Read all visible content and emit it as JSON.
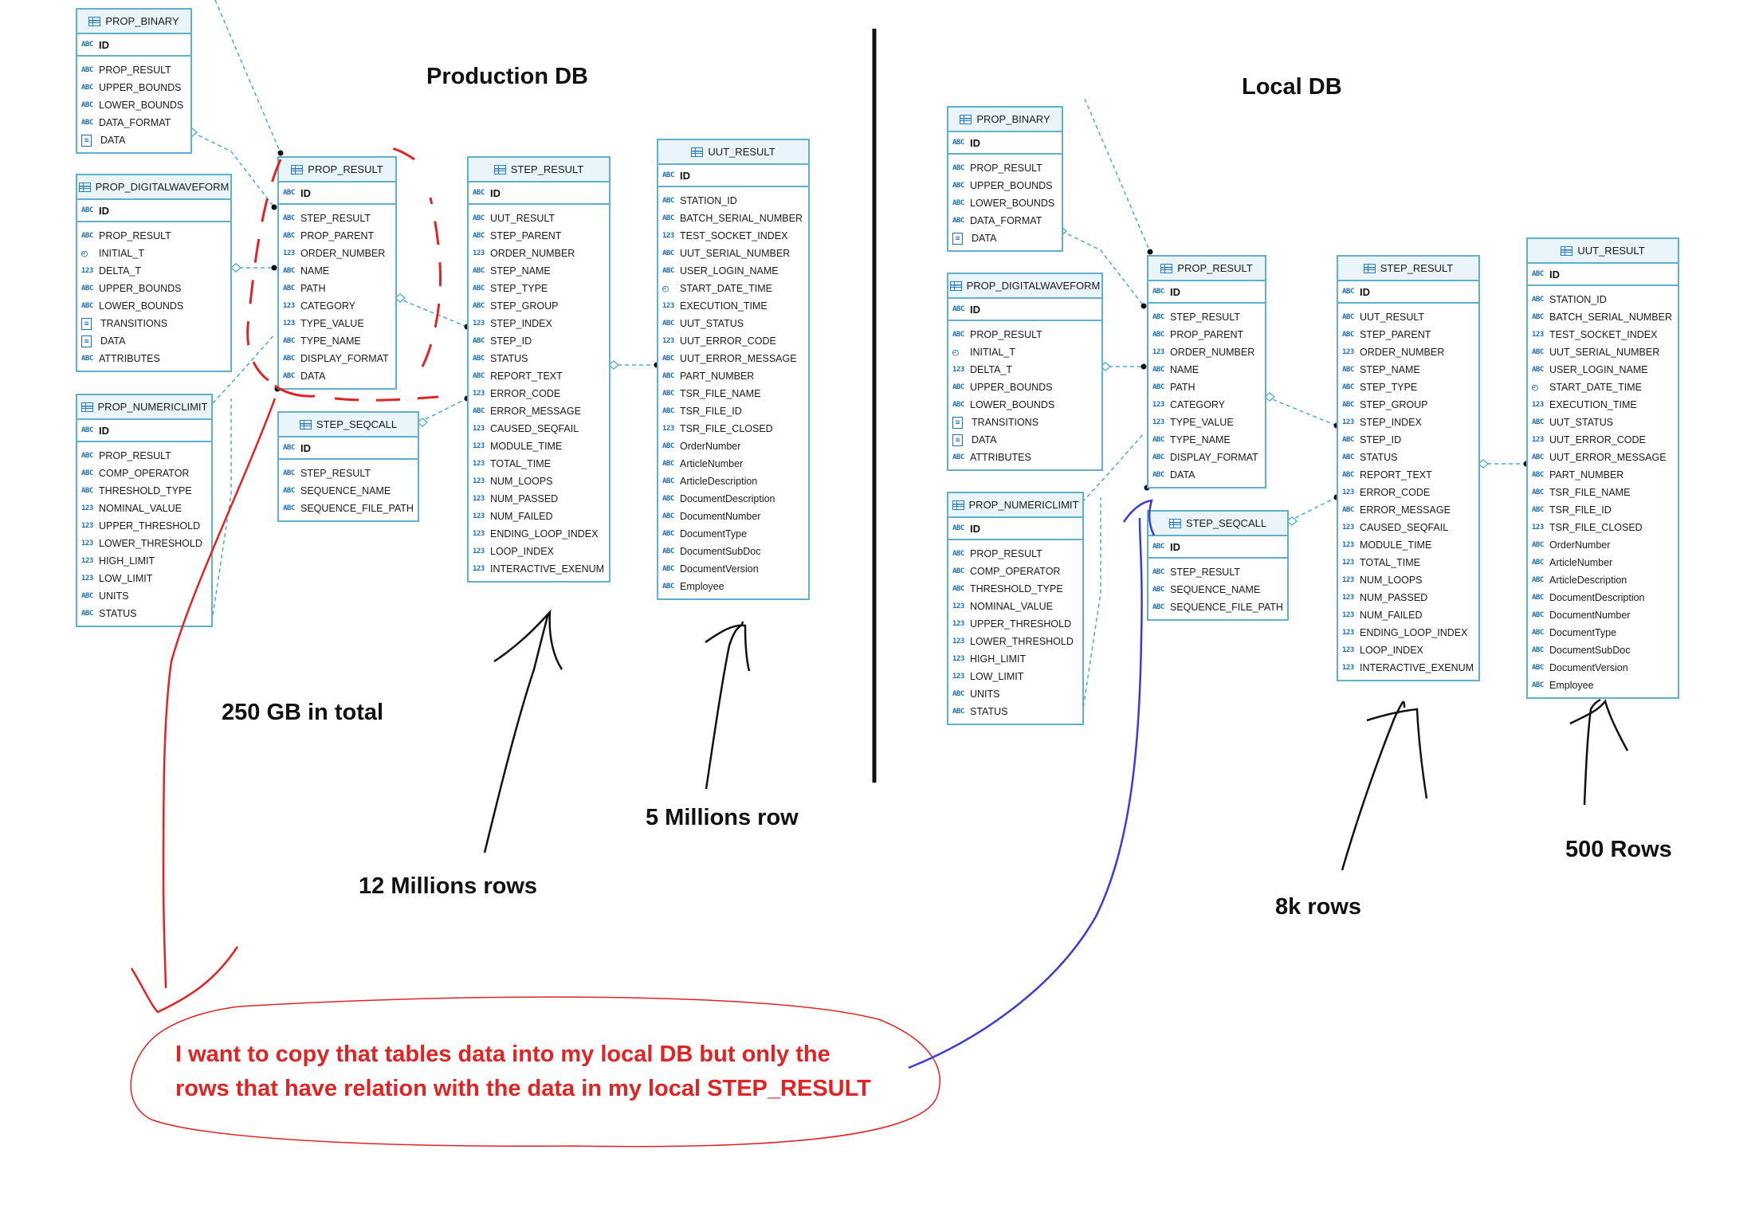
{
  "labels": {
    "production": "Production DB",
    "local": "Local DB",
    "total": "250 GB in total",
    "prod_step_rows": "12 Millions rows",
    "prod_uut_rows": "5 Millions row",
    "local_step_rows": "8k rows",
    "local_uut_rows": "500 Rows",
    "note_line1": "I want to copy that tables data into my local DB but only the",
    "note_line2": "rows that have relation with the data in my local STEP_RESULT"
  },
  "colors": {
    "link": "#4fa8cc",
    "table_border": "#5fb0cf",
    "type_icon": "#1f6fb2",
    "annotation_red": "#e02424",
    "annotation_blue": "#3b3bd6"
  },
  "diagrams": [
    {
      "db": "production",
      "tables": [
        {
          "name": "PROP_BINARY",
          "pk": "ID",
          "cols": [
            [
              "abc",
              "PROP_RESULT"
            ],
            [
              "abc",
              "UPPER_BOUNDS"
            ],
            [
              "abc",
              "LOWER_BOUNDS"
            ],
            [
              "abc",
              "DATA_FORMAT"
            ],
            [
              "bin",
              "DATA"
            ]
          ]
        },
        {
          "name": "PROP_DIGITALWAVEFORM",
          "pk": "ID",
          "cols": [
            [
              "abc",
              "PROP_RESULT"
            ],
            [
              "dt",
              "INITIAL_T"
            ],
            [
              "123",
              "DELTA_T"
            ],
            [
              "abc",
              "UPPER_BOUNDS"
            ],
            [
              "abc",
              "LOWER_BOUNDS"
            ],
            [
              "bin",
              "TRANSITIONS"
            ],
            [
              "bin",
              "DATA"
            ],
            [
              "abc",
              "ATTRIBUTES"
            ]
          ]
        },
        {
          "name": "PROP_NUMERICLIMIT",
          "pk": "ID",
          "cols": [
            [
              "abc",
              "PROP_RESULT"
            ],
            [
              "abc",
              "COMP_OPERATOR"
            ],
            [
              "abc",
              "THRESHOLD_TYPE"
            ],
            [
              "123",
              "NOMINAL_VALUE"
            ],
            [
              "123",
              "UPPER_THRESHOLD"
            ],
            [
              "123",
              "LOWER_THRESHOLD"
            ],
            [
              "123",
              "HIGH_LIMIT"
            ],
            [
              "123",
              "LOW_LIMIT"
            ],
            [
              "abc",
              "UNITS"
            ],
            [
              "abc",
              "STATUS"
            ]
          ]
        },
        {
          "name": "PROP_RESULT",
          "pk": "ID",
          "cols": [
            [
              "abc",
              "STEP_RESULT"
            ],
            [
              "abc",
              "PROP_PARENT"
            ],
            [
              "123",
              "ORDER_NUMBER"
            ],
            [
              "abc",
              "NAME"
            ],
            [
              "abc",
              "PATH"
            ],
            [
              "123",
              "CATEGORY"
            ],
            [
              "123",
              "TYPE_VALUE"
            ],
            [
              "abc",
              "TYPE_NAME"
            ],
            [
              "abc",
              "DISPLAY_FORMAT"
            ],
            [
              "abc",
              "DATA"
            ]
          ]
        },
        {
          "name": "STEP_SEQCALL",
          "pk": "ID",
          "cols": [
            [
              "abc",
              "STEP_RESULT"
            ],
            [
              "abc",
              "SEQUENCE_NAME"
            ],
            [
              "abc",
              "SEQUENCE_FILE_PATH"
            ]
          ]
        },
        {
          "name": "STEP_RESULT",
          "pk": "ID",
          "cols": [
            [
              "abc",
              "UUT_RESULT"
            ],
            [
              "abc",
              "STEP_PARENT"
            ],
            [
              "123",
              "ORDER_NUMBER"
            ],
            [
              "abc",
              "STEP_NAME"
            ],
            [
              "abc",
              "STEP_TYPE"
            ],
            [
              "abc",
              "STEP_GROUP"
            ],
            [
              "123",
              "STEP_INDEX"
            ],
            [
              "abc",
              "STEP_ID"
            ],
            [
              "abc",
              "STATUS"
            ],
            [
              "abc",
              "REPORT_TEXT"
            ],
            [
              "123",
              "ERROR_CODE"
            ],
            [
              "abc",
              "ERROR_MESSAGE"
            ],
            [
              "123",
              "CAUSED_SEQFAIL"
            ],
            [
              "123",
              "MODULE_TIME"
            ],
            [
              "123",
              "TOTAL_TIME"
            ],
            [
              "123",
              "NUM_LOOPS"
            ],
            [
              "123",
              "NUM_PASSED"
            ],
            [
              "123",
              "NUM_FAILED"
            ],
            [
              "123",
              "ENDING_LOOP_INDEX"
            ],
            [
              "123",
              "LOOP_INDEX"
            ],
            [
              "123",
              "INTERACTIVE_EXENUM"
            ]
          ]
        },
        {
          "name": "UUT_RESULT",
          "pk": "ID",
          "cols": [
            [
              "abc",
              "STATION_ID"
            ],
            [
              "abc",
              "BATCH_SERIAL_NUMBER"
            ],
            [
              "123",
              "TEST_SOCKET_INDEX"
            ],
            [
              "abc",
              "UUT_SERIAL_NUMBER"
            ],
            [
              "abc",
              "USER_LOGIN_NAME"
            ],
            [
              "dt",
              "START_DATE_TIME"
            ],
            [
              "123",
              "EXECUTION_TIME"
            ],
            [
              "abc",
              "UUT_STATUS"
            ],
            [
              "123",
              "UUT_ERROR_CODE"
            ],
            [
              "abc",
              "UUT_ERROR_MESSAGE"
            ],
            [
              "abc",
              "PART_NUMBER"
            ],
            [
              "abc",
              "TSR_FILE_NAME"
            ],
            [
              "abc",
              "TSR_FILE_ID"
            ],
            [
              "123",
              "TSR_FILE_CLOSED"
            ],
            [
              "abc",
              "OrderNumber"
            ],
            [
              "abc",
              "ArticleNumber"
            ],
            [
              "abc",
              "ArticleDescription"
            ],
            [
              "abc",
              "DocumentDescription"
            ],
            [
              "abc",
              "DocumentNumber"
            ],
            [
              "abc",
              "DocumentType"
            ],
            [
              "abc",
              "DocumentSubDoc"
            ],
            [
              "abc",
              "DocumentVersion"
            ],
            [
              "abc",
              "Employee"
            ]
          ]
        }
      ]
    },
    {
      "db": "local",
      "tables": [
        {
          "name": "PROP_BINARY",
          "pk": "ID",
          "cols": [
            [
              "abc",
              "PROP_RESULT"
            ],
            [
              "abc",
              "UPPER_BOUNDS"
            ],
            [
              "abc",
              "LOWER_BOUNDS"
            ],
            [
              "abc",
              "DATA_FORMAT"
            ],
            [
              "bin",
              "DATA"
            ]
          ]
        },
        {
          "name": "PROP_DIGITALWAVEFORM",
          "pk": "ID",
          "cols": [
            [
              "abc",
              "PROP_RESULT"
            ],
            [
              "dt",
              "INITIAL_T"
            ],
            [
              "123",
              "DELTA_T"
            ],
            [
              "abc",
              "UPPER_BOUNDS"
            ],
            [
              "abc",
              "LOWER_BOUNDS"
            ],
            [
              "bin",
              "TRANSITIONS"
            ],
            [
              "bin",
              "DATA"
            ],
            [
              "abc",
              "ATTRIBUTES"
            ]
          ]
        },
        {
          "name": "PROP_NUMERICLIMIT",
          "pk": "ID",
          "cols": [
            [
              "abc",
              "PROP_RESULT"
            ],
            [
              "abc",
              "COMP_OPERATOR"
            ],
            [
              "abc",
              "THRESHOLD_TYPE"
            ],
            [
              "123",
              "NOMINAL_VALUE"
            ],
            [
              "123",
              "UPPER_THRESHOLD"
            ],
            [
              "123",
              "LOWER_THRESHOLD"
            ],
            [
              "123",
              "HIGH_LIMIT"
            ],
            [
              "123",
              "LOW_LIMIT"
            ],
            [
              "abc",
              "UNITS"
            ],
            [
              "abc",
              "STATUS"
            ]
          ]
        },
        {
          "name": "PROP_RESULT",
          "pk": "ID",
          "cols": [
            [
              "abc",
              "STEP_RESULT"
            ],
            [
              "abc",
              "PROP_PARENT"
            ],
            [
              "123",
              "ORDER_NUMBER"
            ],
            [
              "abc",
              "NAME"
            ],
            [
              "abc",
              "PATH"
            ],
            [
              "123",
              "CATEGORY"
            ],
            [
              "123",
              "TYPE_VALUE"
            ],
            [
              "abc",
              "TYPE_NAME"
            ],
            [
              "abc",
              "DISPLAY_FORMAT"
            ],
            [
              "abc",
              "DATA"
            ]
          ]
        },
        {
          "name": "STEP_SEQCALL",
          "pk": "ID",
          "cols": [
            [
              "abc",
              "STEP_RESULT"
            ],
            [
              "abc",
              "SEQUENCE_NAME"
            ],
            [
              "abc",
              "SEQUENCE_FILE_PATH"
            ]
          ]
        },
        {
          "name": "STEP_RESULT",
          "pk": "ID",
          "cols": [
            [
              "abc",
              "UUT_RESULT"
            ],
            [
              "abc",
              "STEP_PARENT"
            ],
            [
              "123",
              "ORDER_NUMBER"
            ],
            [
              "abc",
              "STEP_NAME"
            ],
            [
              "abc",
              "STEP_TYPE"
            ],
            [
              "abc",
              "STEP_GROUP"
            ],
            [
              "123",
              "STEP_INDEX"
            ],
            [
              "abc",
              "STEP_ID"
            ],
            [
              "abc",
              "STATUS"
            ],
            [
              "abc",
              "REPORT_TEXT"
            ],
            [
              "123",
              "ERROR_CODE"
            ],
            [
              "abc",
              "ERROR_MESSAGE"
            ],
            [
              "123",
              "CAUSED_SEQFAIL"
            ],
            [
              "123",
              "MODULE_TIME"
            ],
            [
              "123",
              "TOTAL_TIME"
            ],
            [
              "123",
              "NUM_LOOPS"
            ],
            [
              "123",
              "NUM_PASSED"
            ],
            [
              "123",
              "NUM_FAILED"
            ],
            [
              "123",
              "ENDING_LOOP_INDEX"
            ],
            [
              "123",
              "LOOP_INDEX"
            ],
            [
              "123",
              "INTERACTIVE_EXENUM"
            ]
          ]
        },
        {
          "name": "UUT_RESULT",
          "pk": "ID",
          "cols": [
            [
              "abc",
              "STATION_ID"
            ],
            [
              "abc",
              "BATCH_SERIAL_NUMBER"
            ],
            [
              "123",
              "TEST_SOCKET_INDEX"
            ],
            [
              "abc",
              "UUT_SERIAL_NUMBER"
            ],
            [
              "abc",
              "USER_LOGIN_NAME"
            ],
            [
              "dt",
              "START_DATE_TIME"
            ],
            [
              "123",
              "EXECUTION_TIME"
            ],
            [
              "abc",
              "UUT_STATUS"
            ],
            [
              "123",
              "UUT_ERROR_CODE"
            ],
            [
              "abc",
              "UUT_ERROR_MESSAGE"
            ],
            [
              "abc",
              "PART_NUMBER"
            ],
            [
              "abc",
              "TSR_FILE_NAME"
            ],
            [
              "abc",
              "TSR_FILE_ID"
            ],
            [
              "123",
              "TSR_FILE_CLOSED"
            ],
            [
              "abc",
              "OrderNumber"
            ],
            [
              "abc",
              "ArticleNumber"
            ],
            [
              "abc",
              "ArticleDescription"
            ],
            [
              "abc",
              "DocumentDescription"
            ],
            [
              "abc",
              "DocumentNumber"
            ],
            [
              "abc",
              "DocumentType"
            ],
            [
              "abc",
              "DocumentSubDoc"
            ],
            [
              "abc",
              "DocumentVersion"
            ],
            [
              "abc",
              "Employee"
            ]
          ]
        }
      ]
    }
  ]
}
